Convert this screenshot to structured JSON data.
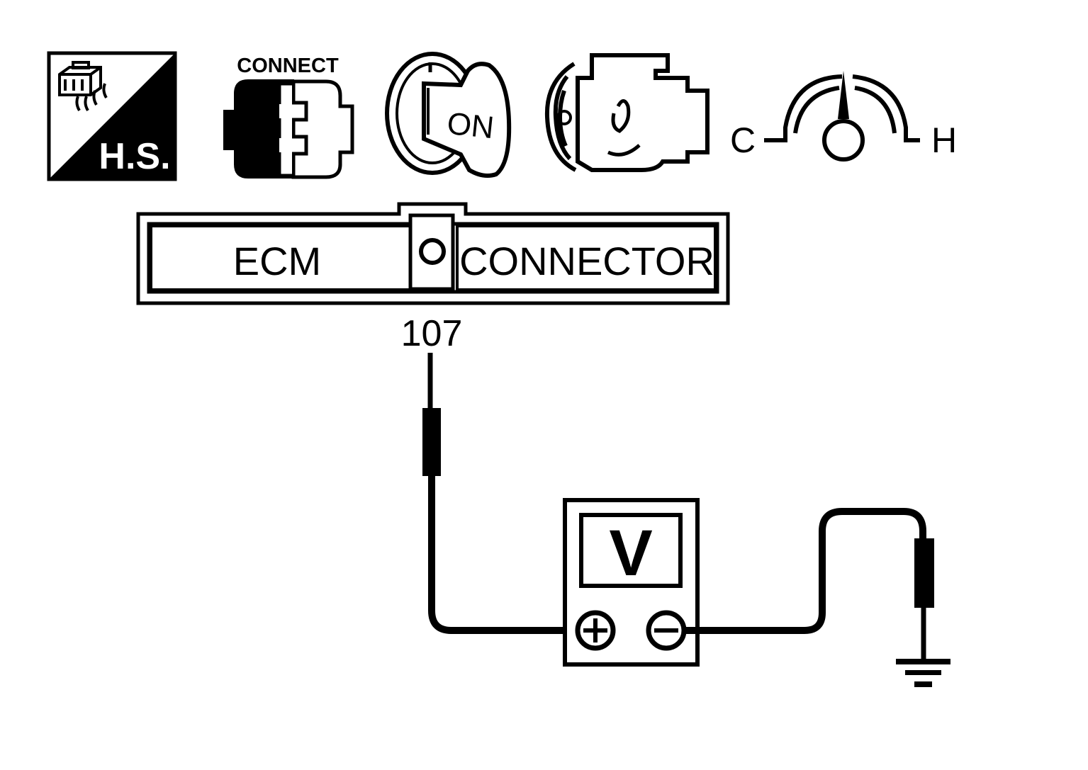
{
  "icons": {
    "harness_label": "H.S.",
    "connect_label": "CONNECT",
    "ignition_label": "ON",
    "temp_cold_label": "C",
    "temp_hot_label": "H"
  },
  "connector": {
    "left_label": "ECM",
    "right_label": "CONNECTOR",
    "terminal_number": "107"
  },
  "meter": {
    "label": "V",
    "plus_symbol": "+",
    "minus_symbol": "−"
  },
  "colors": {
    "ink": "#000000",
    "paper": "#ffffff"
  }
}
